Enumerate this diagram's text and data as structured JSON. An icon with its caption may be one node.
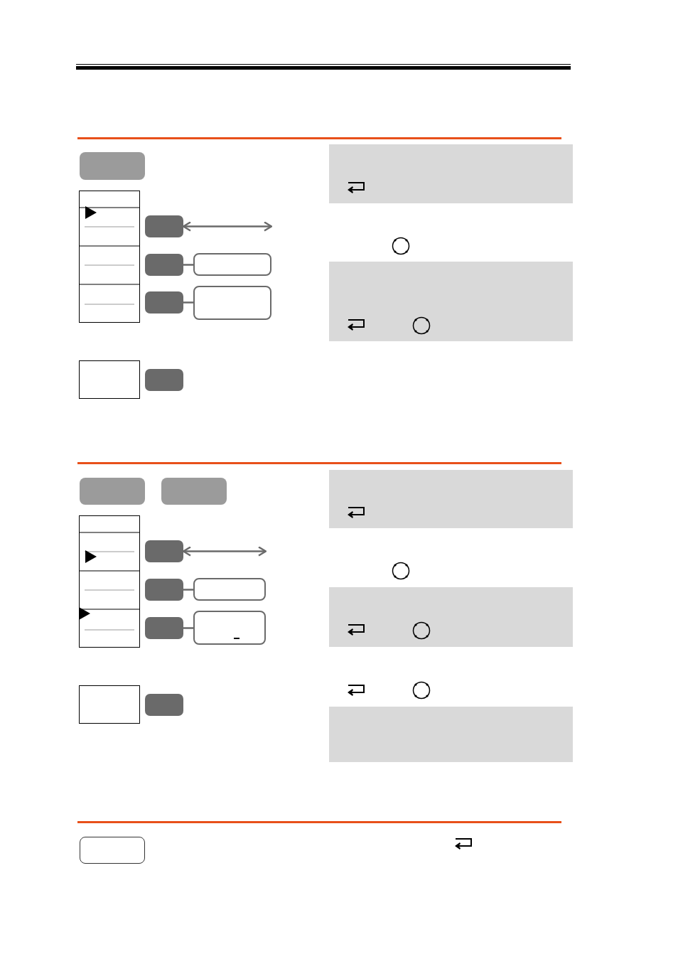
{
  "diagram": {
    "nodes": [
      {
        "text": [],
        "shape": "box"
      },
      {
        "text": [],
        "shape": "box"
      },
      {
        "text": [],
        "shape": "box"
      },
      {
        "text": [],
        "shape": "box"
      },
      {
        "text": [],
        "shape": "box"
      },
      {
        "text": [],
        "shape": "box"
      },
      {
        "text": [],
        "shape": "box"
      },
      {
        "text": [],
        "shape": "box"
      },
      {
        "text": [],
        "shape": "box"
      },
      {
        "text": [],
        "shape": "box"
      },
      {
        "text": [],
        "shape": "box"
      },
      {
        "text": [],
        "shape": "box"
      },
      {
        "text": [],
        "shape": "box"
      },
      {
        "text": [],
        "shape": "box"
      },
      {
        "text": [],
        "shape": "box"
      },
      {
        "text": [],
        "shape": "box"
      },
      {
        "text": [],
        "shape": "box"
      },
      {
        "text": [],
        "shape": "box"
      },
      {
        "text": [],
        "shape": "box"
      },
      {
        "text": [],
        "shape": "box"
      },
      {
        "text": [],
        "shape": "box"
      },
      {
        "text": [],
        "shape": "box"
      },
      {
        "text": [],
        "shape": "box"
      },
      {
        "text": [],
        "shape": "box"
      },
      {
        "text": [],
        "shape": "box"
      }
    ],
    "edges": [
      {
        "from": 2,
        "to": null,
        "arrow": "both"
      },
      {
        "from": 3,
        "to": 4,
        "arrow": "none"
      },
      {
        "from": 5,
        "to": 6,
        "arrow": "none"
      },
      {
        "from": 14,
        "to": null,
        "arrow": "both"
      },
      {
        "from": 15,
        "to": 16,
        "arrow": "none"
      },
      {
        "from": 17,
        "to": 18,
        "arrow": "none"
      }
    ]
  }
}
